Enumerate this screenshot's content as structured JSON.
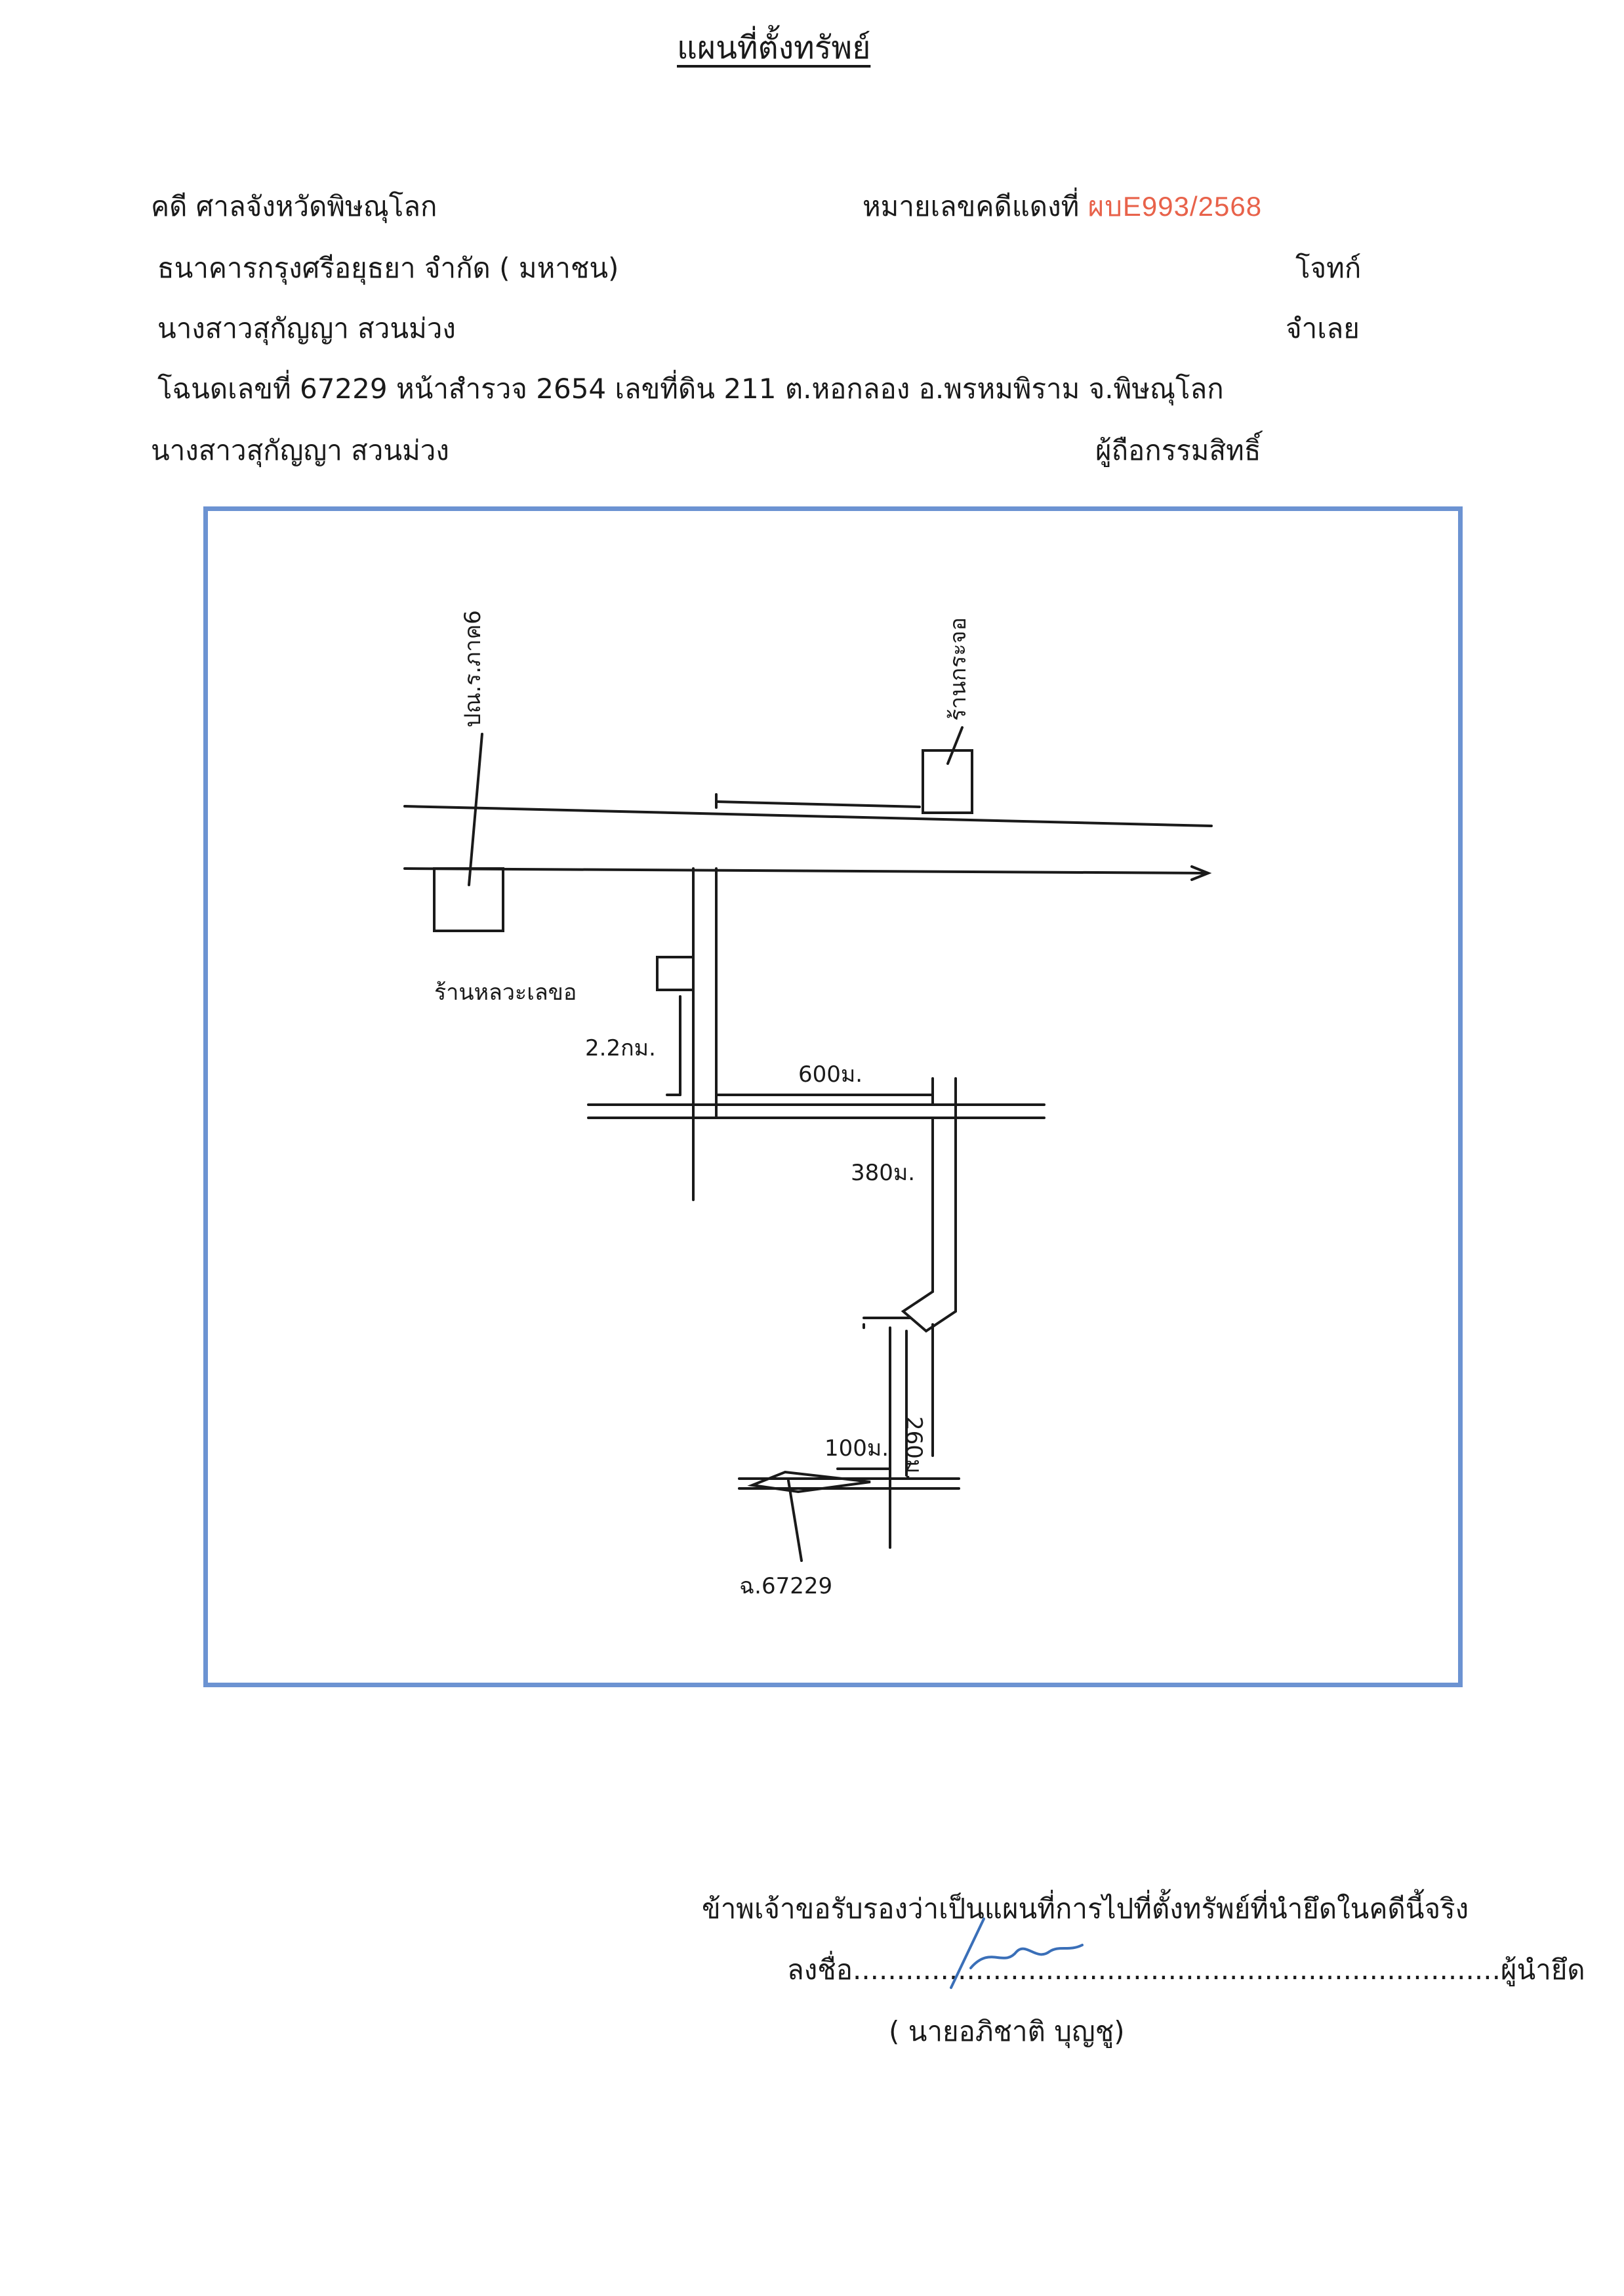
{
  "document": {
    "title": "แผนที่ตั้งทรัพย์",
    "court_label": "คดี ศาลจังหวัดพิษณุโลก",
    "case_number_label": "หมายเลขคดีแดงที่",
    "case_number": "ผบE993/2568",
    "plaintiff": "ธนาคารกรุงศรีอยุธยา จำกัด ( มหาชน)",
    "plaintiff_role": "โจทก์",
    "defendant": "นางสาวสุกัญญา    สวนม่วง",
    "defendant_role": "จำเลย",
    "deed_info": "โฉนดเลขที่  67229 หน้าสำรวจ 2654 เลขที่ดิน 211 ต.หอกลอง อ.พรหมพิราม จ.พิษณุโลก",
    "owner": "นางสาวสุกัญญา    สวนม่วง",
    "owner_role": "ผู้ถือกรรมสิทธิ์"
  },
  "map": {
    "labels": {
      "post_office": "ปณ.ร.ภาค6",
      "shop": "ร้านกระจอ",
      "landmark": "ร้านหลวะเลขอ",
      "dist_1": "2.2กม.",
      "dist_2": "600ม.",
      "dist_3": "380ม.",
      "dist_4": "260ม.",
      "dist_5": "100ม.",
      "parcel": "ฉ.67229"
    },
    "line_color": "#1a1a1a",
    "frame_color": "#6c93d2"
  },
  "certification": {
    "statement": "ข้าพเจ้าขอรับรองว่าเป็นแผนที่การไปที่ตั้งทรัพย์ที่นำยึดในคดีนี้จริง",
    "sign_label": "ลงชื่อ..........................................................................ผู้นำยึด",
    "signer_name": "(  นายอภิชาติ  บุญชู)",
    "signature_color": "#3a6fb8"
  }
}
